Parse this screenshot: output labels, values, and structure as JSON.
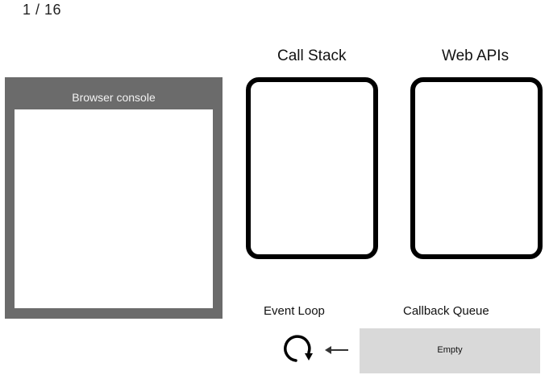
{
  "slide": {
    "counter": "1 / 16"
  },
  "browser_console": {
    "title": "Browser console"
  },
  "call_stack": {
    "title": "Call Stack"
  },
  "web_apis": {
    "title": "Web APIs"
  },
  "event_loop": {
    "title": "Event Loop",
    "icon": "loop-icon"
  },
  "callback_queue": {
    "title": "Callback Queue",
    "empty_text": "Empty",
    "arrow_icon": "arrow-left-icon"
  },
  "colors": {
    "console_frame": "#6b6b6b",
    "queue_background": "#d9d9d9",
    "box_border": "#000000"
  }
}
